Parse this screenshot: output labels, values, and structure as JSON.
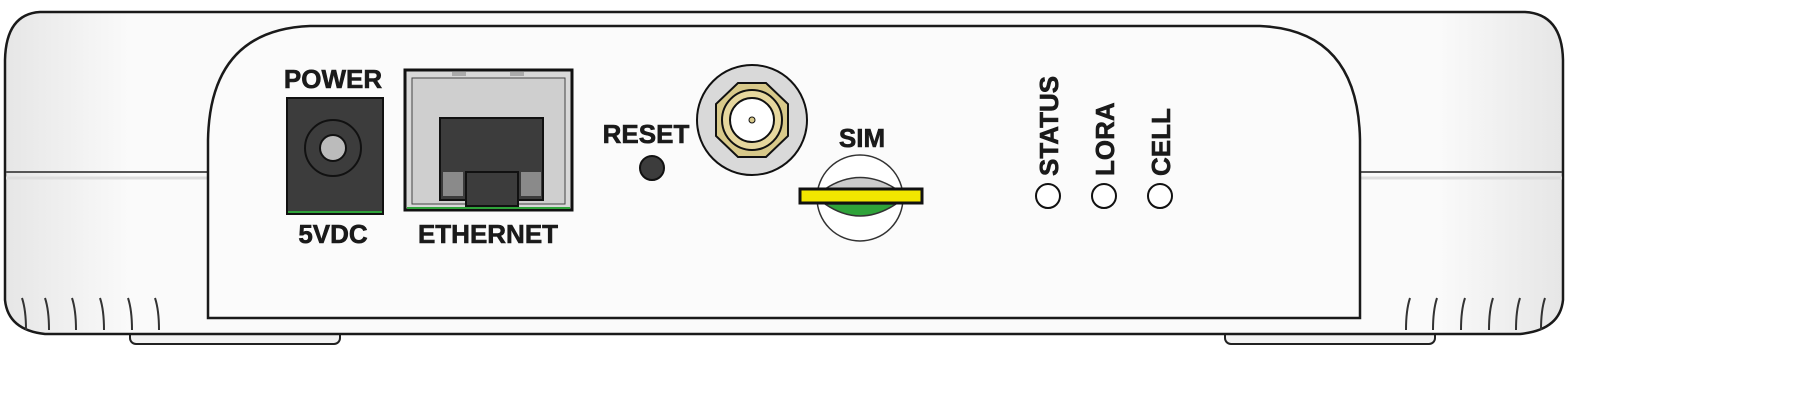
{
  "diagram": {
    "title": "Gateway rear panel",
    "ports": {
      "power_label": "POWER",
      "power_rating": "5VDC",
      "ethernet_label": "ETHERNET",
      "reset_label": "RESET",
      "sim_label": "SIM"
    },
    "leds": [
      {
        "label": "STATUS"
      },
      {
        "label": "LORA"
      },
      {
        "label": "CELL"
      }
    ],
    "colors": {
      "body": "#f7f7f7",
      "outline": "#1a1a1a",
      "jack": "#3a3a3a",
      "sma_gold": "#d8c98a",
      "sim_yellow": "#f2e600",
      "sim_green": "#2fa33a"
    }
  }
}
